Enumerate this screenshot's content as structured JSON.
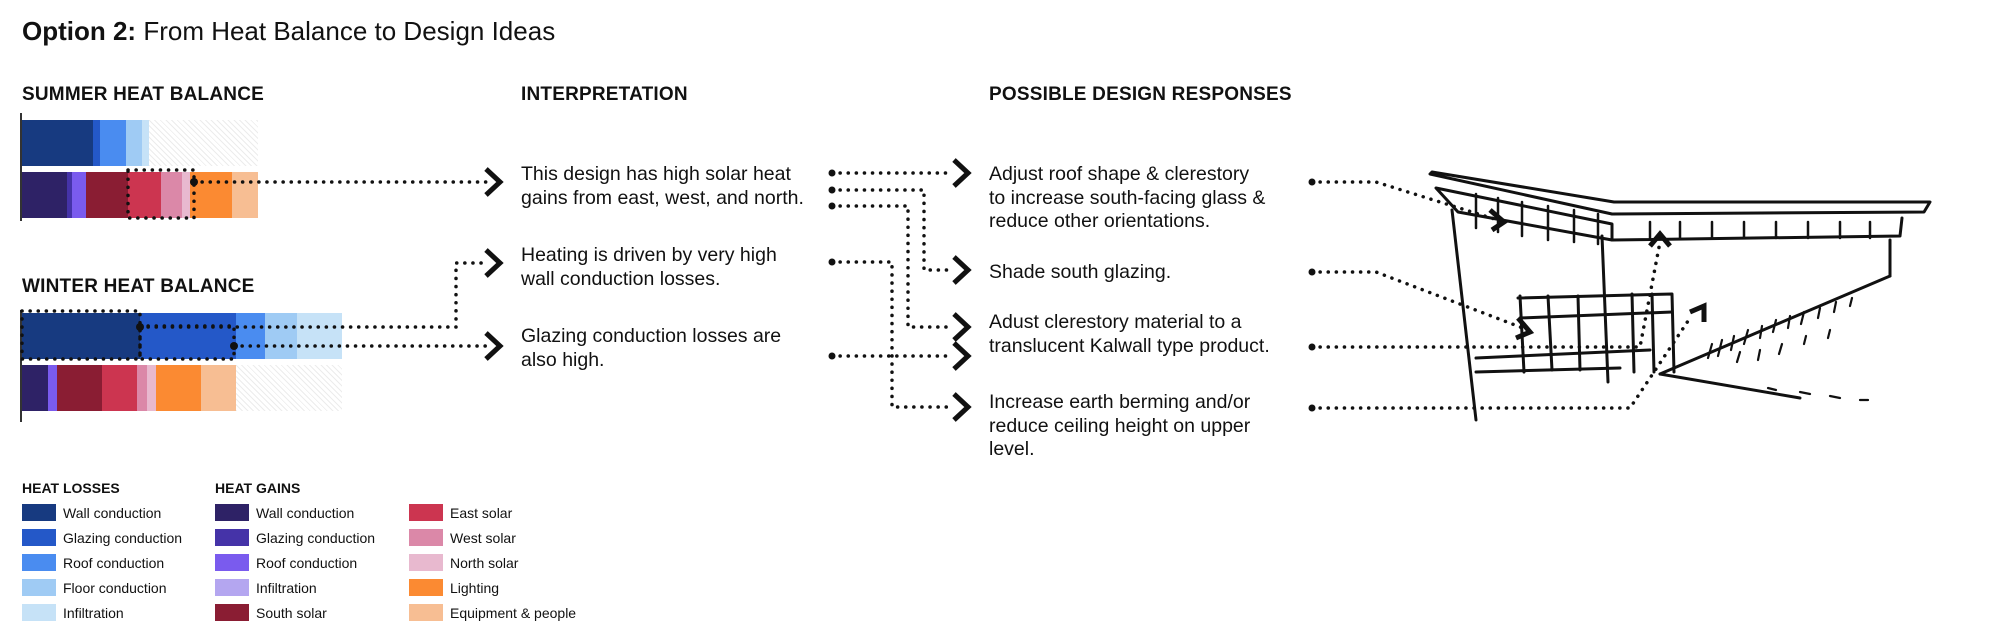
{
  "title": {
    "bold": "Option 2:",
    "rest": " From Heat Balance to Design Ideas"
  },
  "colors": {
    "loss_wall": "#173a80",
    "loss_glazing": "#2458c8",
    "loss_roof": "#4a8cf0",
    "loss_floor": "#9fcbf4",
    "loss_infiltration": "#c6e2f7",
    "gain_wall": "#2e2266",
    "gain_glazing": "#4533a8",
    "gain_roof": "#7a5bee",
    "gain_infiltration": "#b4a6f0",
    "gain_south": "#8a1d33",
    "gain_east": "#cc3550",
    "gain_west": "#db88a8",
    "gain_north": "#e8b9cf",
    "gain_lighting": "#fb8a32",
    "gain_equipment": "#f7be93",
    "dotted_line": "#111111"
  },
  "summer": {
    "heading": "SUMMER HEAT BALANCE",
    "losses": [
      {
        "type": "loss_wall",
        "share": 0.3
      },
      {
        "type": "loss_glazing",
        "share": 0.03
      },
      {
        "type": "loss_roof",
        "share": 0.11
      },
      {
        "type": "loss_floor",
        "share": 0.07
      },
      {
        "type": "loss_infiltration",
        "share": 0.03
      },
      {
        "type": "empty",
        "share": 0.46
      }
    ],
    "gains": [
      {
        "type": "gain_wall",
        "share": 0.19
      },
      {
        "type": "gain_glazing",
        "share": 0.02
      },
      {
        "type": "gain_roof",
        "share": 0.06
      },
      {
        "type": "gain_south",
        "share": 0.18
      },
      {
        "type": "gain_east",
        "share": 0.14
      },
      {
        "type": "gain_west",
        "share": 0.09
      },
      {
        "type": "gain_north",
        "share": 0.03
      },
      {
        "type": "gain_lighting",
        "share": 0.18
      },
      {
        "type": "gain_equipment",
        "share": 0.11
      }
    ]
  },
  "winter": {
    "heading": "WINTER HEAT BALANCE",
    "losses": [
      {
        "type": "loss_wall",
        "share": 0.37
      },
      {
        "type": "loss_glazing",
        "share": 0.3
      },
      {
        "type": "loss_roof",
        "share": 0.09
      },
      {
        "type": "loss_floor",
        "share": 0.1
      },
      {
        "type": "loss_infiltration",
        "share": 0.14
      }
    ],
    "gains": [
      {
        "type": "gain_wall",
        "share": 0.08
      },
      {
        "type": "gain_roof",
        "share": 0.03
      },
      {
        "type": "gain_south",
        "share": 0.14
      },
      {
        "type": "gain_east",
        "share": 0.11
      },
      {
        "type": "gain_west",
        "share": 0.03
      },
      {
        "type": "gain_north",
        "share": 0.03
      },
      {
        "type": "gain_lighting",
        "share": 0.14
      },
      {
        "type": "gain_equipment",
        "share": 0.11
      },
      {
        "type": "empty",
        "share": 0.33
      }
    ]
  },
  "interpretation": {
    "heading": "INTERPRETATION",
    "items": [
      "This design has high solar heat\ngains from east, west, and north.",
      "Heating is driven by very high\nwall conduction losses.",
      "Glazing conduction losses are\nalso high."
    ]
  },
  "responses": {
    "heading": "POSSIBLE DESIGN RESPONSES",
    "items": [
      "Adjust roof shape & clerestory\nto increase south-facing glass &\nreduce other orientations.",
      "Shade south glazing.",
      "Adust clerestory material to a\ntranslucent Kalwall type product.",
      "Increase earth berming and/or\nreduce ceiling height on upper\nlevel."
    ]
  },
  "legend": {
    "losses_title": "HEAT LOSSES",
    "gains_title": "HEAT GAINS",
    "losses": [
      {
        "label": "Wall conduction",
        "color": "loss_wall"
      },
      {
        "label": "Glazing conduction",
        "color": "loss_glazing"
      },
      {
        "label": "Roof conduction",
        "color": "loss_roof"
      },
      {
        "label": "Floor conduction",
        "color": "loss_floor"
      },
      {
        "label": "Infiltration",
        "color": "loss_infiltration"
      }
    ],
    "gains_col1": [
      {
        "label": "Wall conduction",
        "color": "gain_wall"
      },
      {
        "label": "Glazing conduction",
        "color": "gain_glazing"
      },
      {
        "label": "Roof conduction",
        "color": "gain_roof"
      },
      {
        "label": "Infiltration",
        "color": "gain_infiltration"
      },
      {
        "label": "South solar",
        "color": "gain_south"
      }
    ],
    "gains_col2": [
      {
        "label": "East solar",
        "color": "gain_east"
      },
      {
        "label": "West solar",
        "color": "gain_west"
      },
      {
        "label": "North solar",
        "color": "gain_north"
      },
      {
        "label": "Lighting",
        "color": "gain_lighting"
      },
      {
        "label": "Equipment & people",
        "color": "gain_equipment"
      }
    ]
  },
  "sketch_icon": "building-section-sketch"
}
